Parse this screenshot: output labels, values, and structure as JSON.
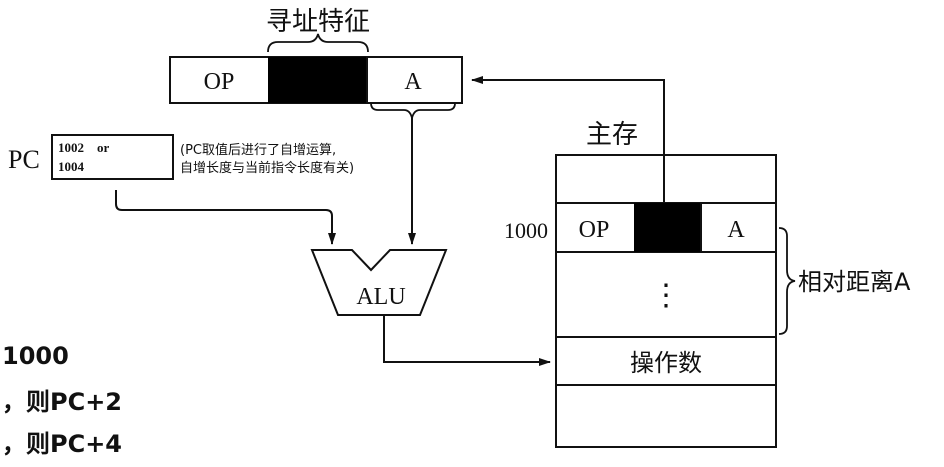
{
  "instruction": {
    "feature_label": "寻址特征",
    "op": "OP",
    "a": "A"
  },
  "pc": {
    "label": "PC",
    "value_line1": "1002    or",
    "value_line2": "1004",
    "note_line1": "(PC取值后进行了自增运算,",
    "note_line2": "自增长度与当前指令长度有关)"
  },
  "alu": {
    "label": "ALU"
  },
  "memory": {
    "title": "主存",
    "address": "1000",
    "op": "OP",
    "a": "A",
    "dots": "⋮",
    "operand": "操作数",
    "distance_label": "相对距离A"
  },
  "left_text": {
    "line1": "1000",
    "line2": "，则PC+2",
    "line3": "，则PC+4"
  }
}
